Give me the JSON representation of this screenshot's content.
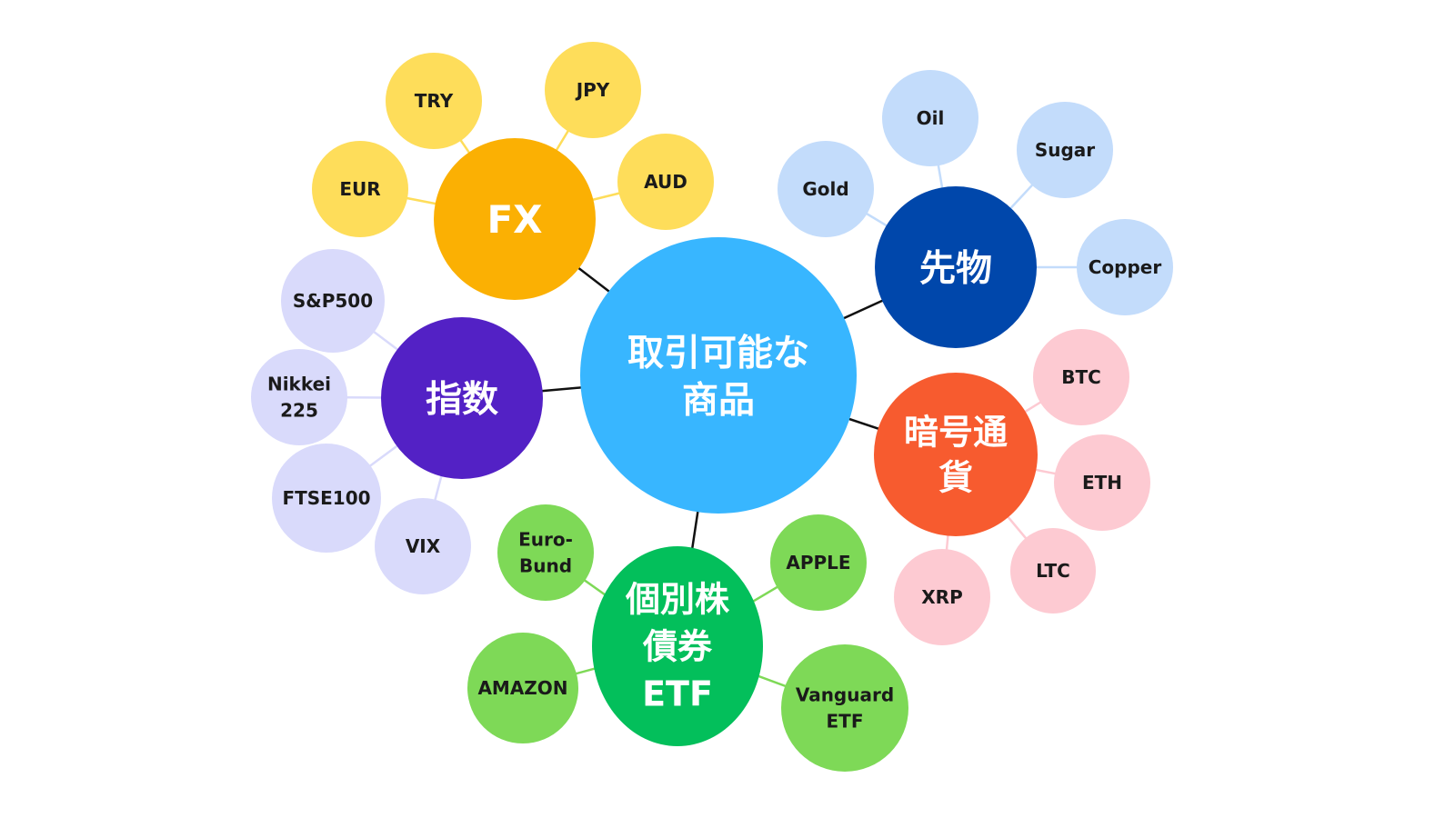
{
  "center": {
    "label_lines": [
      "取引可能な",
      "商品"
    ],
    "color": "#38b6ff"
  },
  "branches": [
    {
      "key": "fx",
      "label_lines": [
        "FX"
      ],
      "color": "#fbb003",
      "leaf_color": "#fedd5a",
      "leaves": [
        {
          "key": "try",
          "label_lines": [
            "TRY"
          ]
        },
        {
          "key": "jpy",
          "label_lines": [
            "JPY"
          ]
        },
        {
          "key": "eur",
          "label_lines": [
            "EUR"
          ]
        },
        {
          "key": "aud",
          "label_lines": [
            "AUD"
          ]
        }
      ]
    },
    {
      "key": "futures",
      "label_lines": [
        "先物"
      ],
      "color": "#0047ab",
      "leaf_color": "#c3dcfb",
      "leaves": [
        {
          "key": "oil",
          "label_lines": [
            "Oil"
          ]
        },
        {
          "key": "sugar",
          "label_lines": [
            "Sugar"
          ]
        },
        {
          "key": "gold",
          "label_lines": [
            "Gold"
          ]
        },
        {
          "key": "copper",
          "label_lines": [
            "Copper"
          ]
        }
      ]
    },
    {
      "key": "indices",
      "label_lines": [
        "指数"
      ],
      "color": "#5321c5",
      "leaf_color": "#d9dafb",
      "leaves": [
        {
          "key": "sp500",
          "label_lines": [
            "S&P500"
          ]
        },
        {
          "key": "nikkei",
          "label_lines": [
            "Nikkei",
            "225"
          ]
        },
        {
          "key": "ftse100",
          "label_lines": [
            "FTSE100"
          ]
        },
        {
          "key": "vix",
          "label_lines": [
            "VIX"
          ]
        }
      ]
    },
    {
      "key": "crypto",
      "label_lines": [
        "暗号通",
        "貨"
      ],
      "color": "#f75b2f",
      "leaf_color": "#fdcad2",
      "leaves": [
        {
          "key": "btc",
          "label_lines": [
            "BTC"
          ]
        },
        {
          "key": "eth",
          "label_lines": [
            "ETH"
          ]
        },
        {
          "key": "ltc",
          "label_lines": [
            "LTC"
          ]
        },
        {
          "key": "xrp",
          "label_lines": [
            "XRP"
          ]
        }
      ]
    },
    {
      "key": "stocks",
      "label_lines": [
        "個別株",
        "債券",
        "ETF"
      ],
      "color": "#03bf5b",
      "leaf_color": "#7ed957",
      "leaves": [
        {
          "key": "eurobund",
          "label_lines": [
            "Euro-",
            "Bund"
          ]
        },
        {
          "key": "apple",
          "label_lines": [
            "APPLE"
          ]
        },
        {
          "key": "amazon",
          "label_lines": [
            "AMAZON"
          ]
        },
        {
          "key": "vanguard",
          "label_lines": [
            "Vanguard",
            "ETF"
          ]
        }
      ]
    }
  ]
}
